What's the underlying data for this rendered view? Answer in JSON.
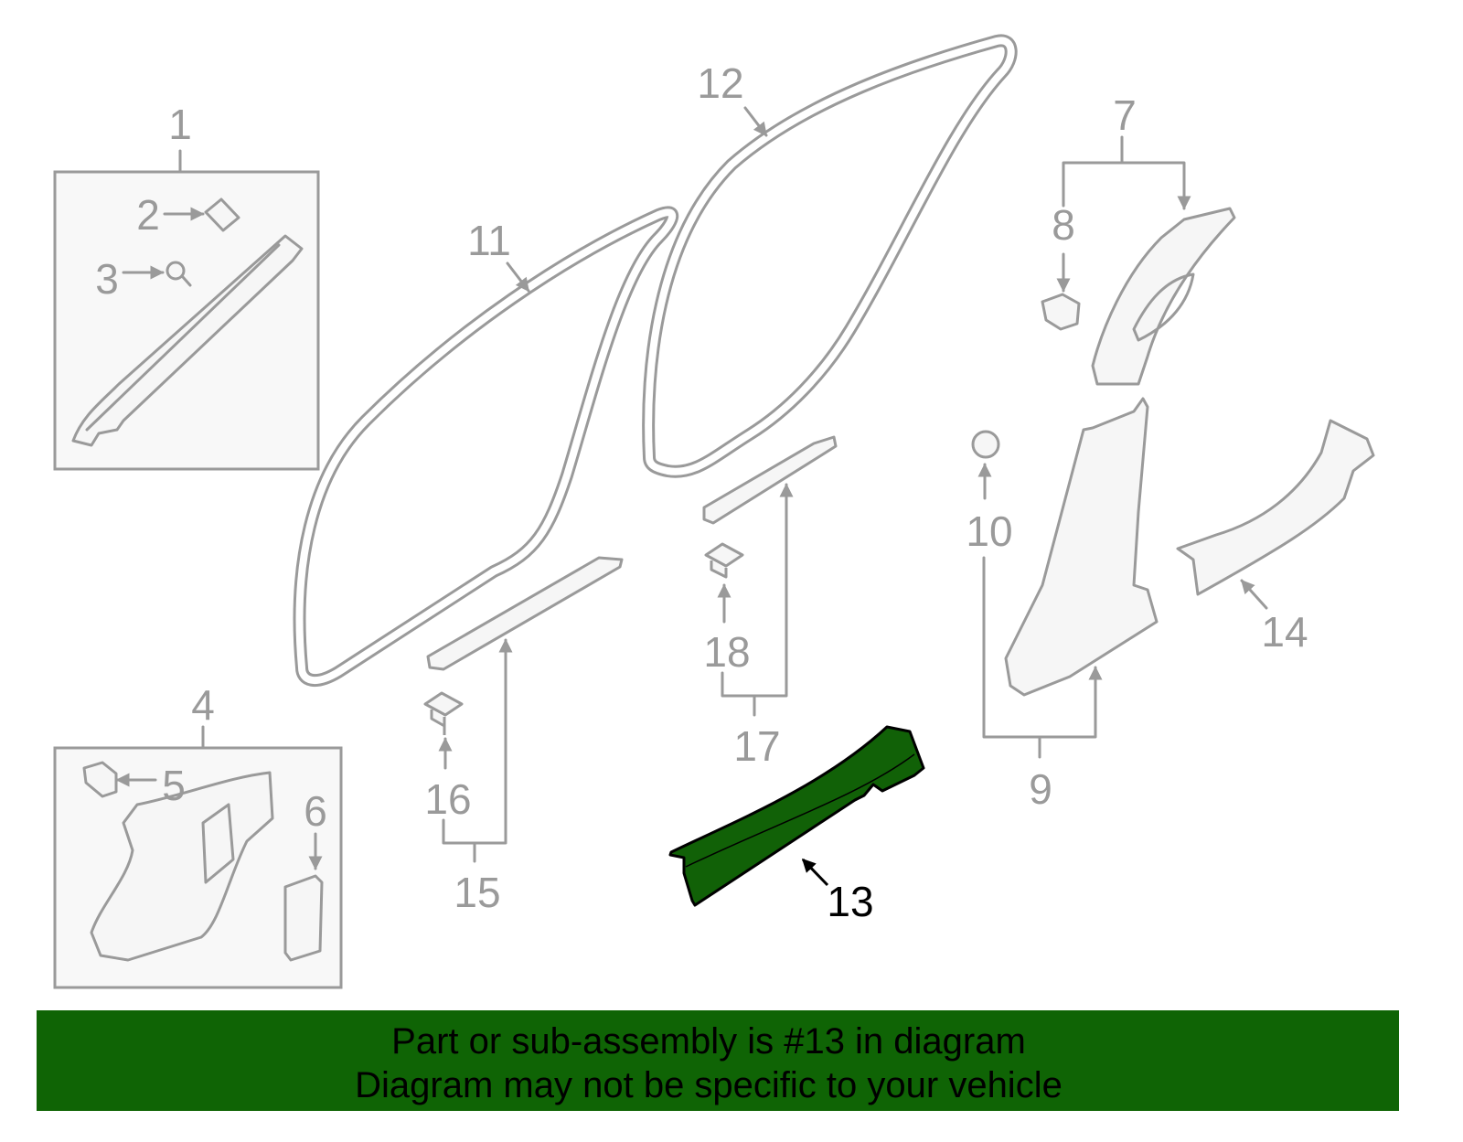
{
  "diagram": {
    "highlight_color": "#116107",
    "line_color": "#9a9a9a",
    "highlighted_part": "13",
    "callouts": [
      "1",
      "2",
      "3",
      "4",
      "5",
      "6",
      "7",
      "8",
      "9",
      "10",
      "11",
      "12",
      "13",
      "14",
      "15",
      "16",
      "17",
      "18"
    ]
  },
  "banner": {
    "line1": "Part or sub-assembly is #13 in diagram",
    "line2": "Diagram may not be specific to your vehicle",
    "background": "#0f6405"
  }
}
